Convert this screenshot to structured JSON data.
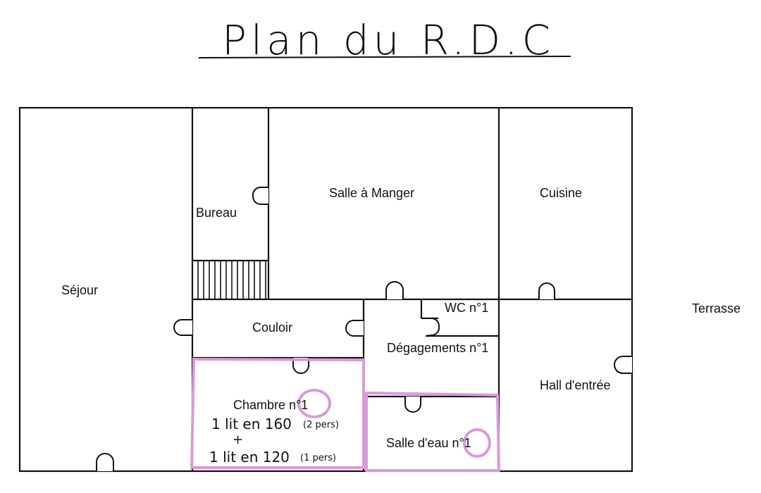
{
  "title": "Plan du R.D.C",
  "rooms": {
    "sejour": "Séjour",
    "bureau": "Bureau",
    "salle_a_manger": "Salle à Manger",
    "cuisine": "Cuisine",
    "terrasse": "Terrasse",
    "wc": "WC n°1",
    "couloir": "Couloir",
    "degagements": "Dégagements n°1",
    "hall": "Hall d'entrée",
    "chambre": "Chambre n°1",
    "salle_eau": "Salle d'eau n°1"
  },
  "notes": {
    "bed1": "1 lit en 160",
    "bed1_detail": "(2 pers)",
    "plus": "+",
    "bed2": "1 lit en 120",
    "bed2_detail": "(1 pers)"
  },
  "colors": {
    "highlight": "#d99bd6"
  }
}
